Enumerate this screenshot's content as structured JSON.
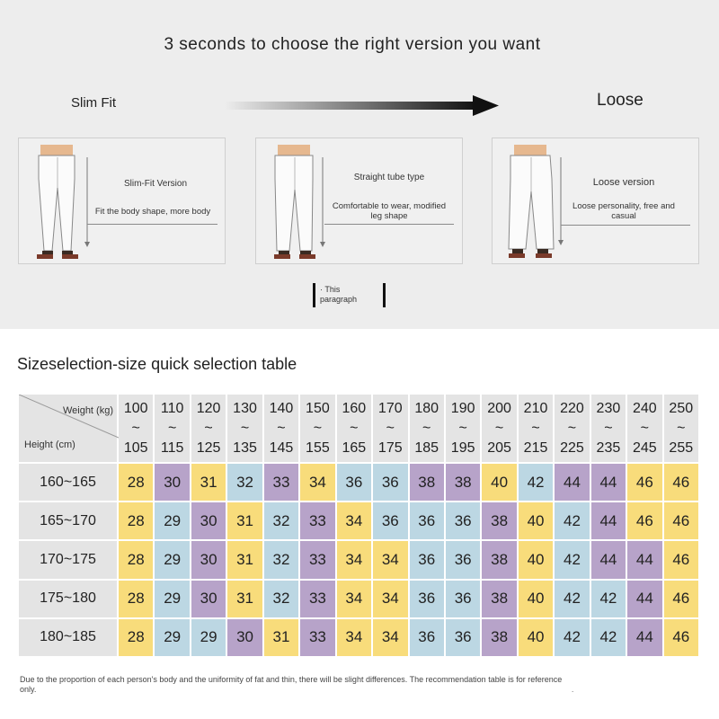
{
  "header": {
    "headline": "3 seconds to choose the right version you want",
    "slim_label": "Slim Fit",
    "loose_label": "Loose"
  },
  "fits": [
    {
      "title": "Slim-Fit Version",
      "desc": "Fit the body shape, more body"
    },
    {
      "title": "Straight tube type",
      "desc": "Comfortable to wear, modified leg shape"
    },
    {
      "title": "Loose version",
      "desc": "Loose personality, free and casual"
    }
  ],
  "paragraph_note": "· This paragraph",
  "table": {
    "title": "Sizeselection-size quick selection table",
    "weight_label": "Weight (kg)",
    "height_label": "Height (cm)",
    "weight_ranges": [
      {
        "from": "100",
        "sep": "~",
        "to": "105"
      },
      {
        "from": "110",
        "sep": "~",
        "to": "115"
      },
      {
        "from": "120",
        "sep": "~",
        "to": "125"
      },
      {
        "from": "130",
        "sep": "~",
        "to": "135"
      },
      {
        "from": "140",
        "sep": "~",
        "to": "145"
      },
      {
        "from": "150",
        "sep": "~",
        "to": "155"
      },
      {
        "from": "160",
        "sep": "~",
        "to": "165"
      },
      {
        "from": "170",
        "sep": "~",
        "to": "175"
      },
      {
        "from": "180",
        "sep": "~",
        "to": "185"
      },
      {
        "from": "190",
        "sep": "~",
        "to": "195"
      },
      {
        "from": "200",
        "sep": "~",
        "to": "205"
      },
      {
        "from": "210",
        "sep": "~",
        "to": "215"
      },
      {
        "from": "220",
        "sep": "~",
        "to": "225"
      },
      {
        "from": "230",
        "sep": "~",
        "to": "235"
      },
      {
        "from": "240",
        "sep": "~",
        "to": "245"
      },
      {
        "from": "250",
        "sep": "~",
        "to": "255"
      }
    ],
    "rows": [
      {
        "height": "160~165",
        "sizes": [
          "28",
          "30",
          "31",
          "32",
          "33",
          "34",
          "36",
          "36",
          "38",
          "38",
          "40",
          "42",
          "44",
          "44",
          "46",
          "46"
        ]
      },
      {
        "height": "165~170",
        "sizes": [
          "28",
          "29",
          "30",
          "31",
          "32",
          "33",
          "34",
          "36",
          "36",
          "36",
          "38",
          "40",
          "42",
          "44",
          "46",
          "46"
        ]
      },
      {
        "height": "170~175",
        "sizes": [
          "28",
          "29",
          "30",
          "31",
          "32",
          "33",
          "34",
          "34",
          "36",
          "36",
          "38",
          "40",
          "42",
          "44",
          "44",
          "46"
        ]
      },
      {
        "height": "175~180",
        "sizes": [
          "28",
          "29",
          "30",
          "31",
          "32",
          "33",
          "34",
          "34",
          "36",
          "36",
          "38",
          "40",
          "42",
          "42",
          "44",
          "46"
        ]
      },
      {
        "height": "180~185",
        "sizes": [
          "28",
          "29",
          "29",
          "30",
          "31",
          "33",
          "34",
          "34",
          "36",
          "36",
          "38",
          "40",
          "42",
          "42",
          "44",
          "46"
        ]
      }
    ],
    "size_colors": {
      "28": "#f8dc7b",
      "29": "#bcd7e3",
      "30": "#b7a3c9",
      "31": "#f8dc7b",
      "32": "#bcd7e3",
      "33": "#b7a3c9",
      "34": "#f8dc7b",
      "36": "#bcd7e3",
      "38": "#b7a3c9",
      "40": "#f8dc7b",
      "42": "#bcd7e3",
      "44": "#b7a3c9",
      "46": "#f8dc7b"
    }
  },
  "footnote": "Due to the proportion of each person's body and the uniformity of fat and thin, there will be slight differences. The recommendation table is for reference only.",
  "trailing_mark": "."
}
